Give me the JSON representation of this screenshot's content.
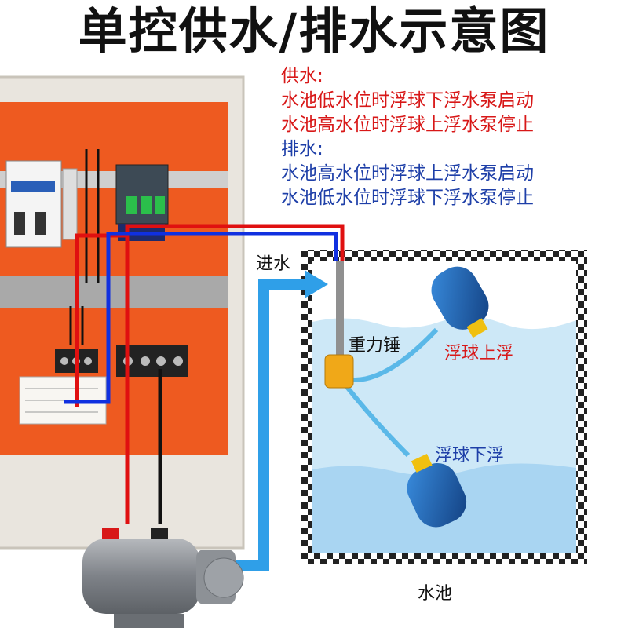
{
  "title": "单控供水/排水示意图",
  "legend": {
    "supply_heading": "供水:",
    "supply_line1": "水池低水位时浮球下浮水泵启动",
    "supply_line2": "水池高水位时浮球上浮水泵停止",
    "drain_heading": "排水:",
    "drain_line1": "水池高水位时浮球上浮水泵启动",
    "drain_line2": "水池低水位时浮球下浮水泵停止"
  },
  "labels": {
    "inlet": "进水",
    "weight": "重力锤",
    "float_up": "浮球上浮",
    "float_down": "浮球下浮",
    "pool": "水池"
  },
  "colors": {
    "panel_orange": "#ee5a20",
    "enclosure": "#e9e5de",
    "water": "#cde8f7",
    "wire_red": "#e01010",
    "wire_blue": "#1030e0",
    "pipe_blue": "#2f9fe8",
    "float_blue": "#1e5fb8",
    "weight_yellow": "#f0a818",
    "pump_gray": "#8a8e94"
  },
  "icons": [
    "float-switch-icon",
    "gravity-weight-icon",
    "pump-icon",
    "circuit-breaker-icon",
    "contactor-icon",
    "terminal-block-icon"
  ]
}
